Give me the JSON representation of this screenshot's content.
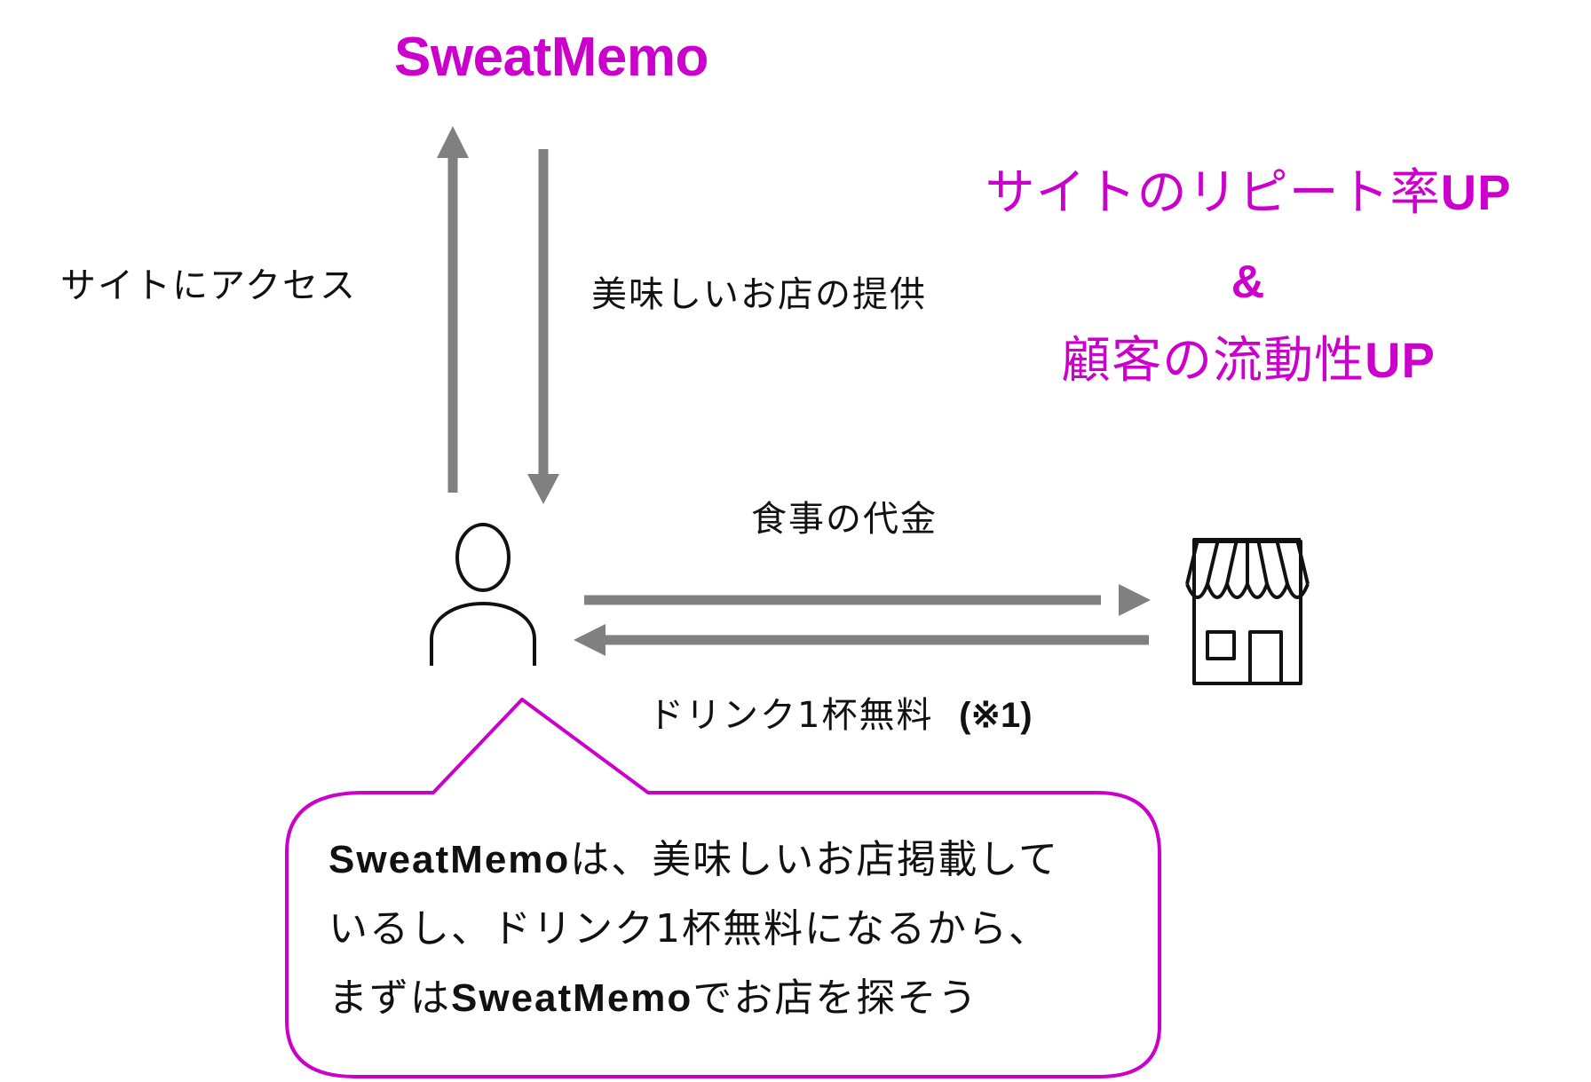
{
  "title": "SweatMemo",
  "benefits": {
    "line1_jp": "サイトのリピート率",
    "line1_en": "UP",
    "ampersand": "&",
    "line3_jp": "顧客の流動性",
    "line3_en": "UP"
  },
  "flows": {
    "user_to_site": "サイトにアクセス",
    "site_to_user": "美味しいお店の提供",
    "user_to_shop": "食事の代金",
    "shop_to_user": "ドリンク1杯無料",
    "shop_to_user_note": "(※1)"
  },
  "icons": {
    "user": "person-icon",
    "shop": "storefront-icon"
  },
  "speech_bubble": {
    "line1_brand": "SweatMemo",
    "line1_rest": "は、美味しいお店掲載して",
    "line2": "いるし、ドリンク1杯無料になるから、",
    "line3_pre": "まずは",
    "line3_brand": "SweatMemo",
    "line3_post": "でお店を探そう"
  },
  "colors": {
    "accent": "#cc00cc",
    "arrow": "#808080",
    "text": "#111111",
    "background": "#ffffff"
  }
}
